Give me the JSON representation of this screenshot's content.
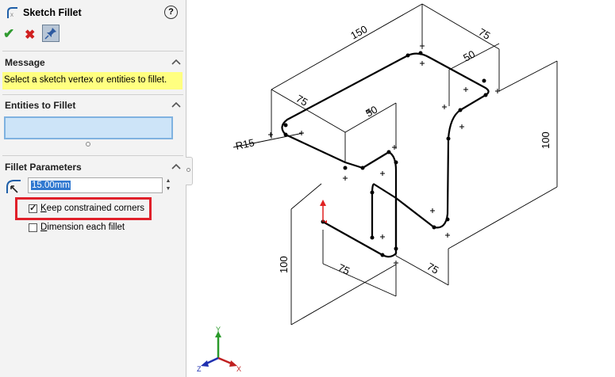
{
  "panel": {
    "title": "Sketch Fillet",
    "help_glyph": "?",
    "ok_glyph": "✔",
    "cancel_glyph": "✖",
    "sections": {
      "message": {
        "title": "Message",
        "text": "Select a sketch vertex or entities to fillet."
      },
      "entities": {
        "title": "Entities to Fillet"
      },
      "parameters": {
        "title": "Fillet Parameters",
        "radius_value": "15.00mm",
        "keep_corners": {
          "label_u": "K",
          "label_rest": "eep constrained corners",
          "checked": true
        },
        "dimension_each": {
          "label_u": "D",
          "label_rest": "imension each fillet",
          "checked": false
        }
      }
    }
  },
  "drawing": {
    "dims": {
      "d150": "150",
      "d75_top_right": "75",
      "d50_top": "50",
      "d75_left": "75",
      "d50_mid": "50",
      "radius": "R15",
      "d100_right": "100",
      "d100_left": "100",
      "d75_bottom_left": "75",
      "d75_bottom_right": "75"
    },
    "triad": {
      "x": "X",
      "y": "Y",
      "z": "Z"
    }
  },
  "colors": {
    "accent_highlight": "#ffff80",
    "selection_box": "#cde4f8",
    "red_callout": "#e0202a"
  }
}
